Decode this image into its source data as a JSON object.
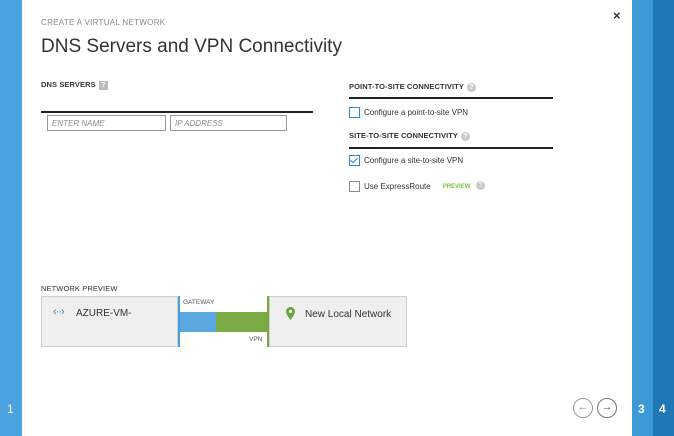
{
  "wizard": {
    "label": "CREATE A VIRTUAL NETWORK",
    "title": "DNS Servers and VPN Connectivity",
    "close": "×",
    "steps": {
      "left": "1",
      "right_a": "3",
      "right_b": "4"
    }
  },
  "dns": {
    "heading": "DNS SERVERS",
    "help": "?",
    "name_placeholder": "ENTER NAME",
    "ip_placeholder": "IP ADDRESS"
  },
  "p2s": {
    "heading": "POINT-TO-SITE CONNECTIVITY",
    "help": "?",
    "option_label": "Configure a point-to-site VPN",
    "checked": false
  },
  "s2s": {
    "heading": "SITE-TO-SITE CONNECTIVITY",
    "help": "?",
    "option_label": "Configure a site-to-site VPN",
    "checked": true,
    "express_label": "Use ExpressRoute",
    "express_checked": false,
    "express_tag": "PREVIEW",
    "express_help": "?"
  },
  "network_preview": {
    "heading": "NETWORK PREVIEW",
    "vnet_icon": "‹··›",
    "vnet_name": "AZURE-VM-",
    "gateway_label": "GATEWAY",
    "vpn_label": "VPN",
    "local_network_name": "New Local Network"
  },
  "nav": {
    "back": "←",
    "next": "→"
  },
  "colors": {
    "rail_left": "#4aa3df",
    "rail_right_a": "#3d9ad6",
    "rail_right_b": "#1f78b4",
    "gateway_blue": "#5aa7e0",
    "gateway_green": "#7aaa44",
    "preview_green": "#7fbf3f"
  }
}
